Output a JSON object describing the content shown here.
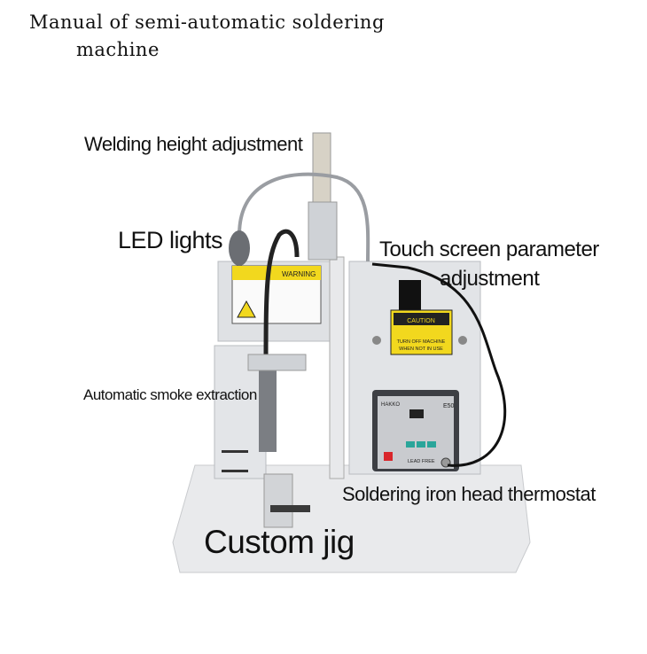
{
  "title": {
    "line1": "Manual of semi-automatic soldering",
    "line2": "machine"
  },
  "labels": {
    "welding_height": "Welding height adjustment",
    "led_lights": "LED lights",
    "touch_screen_line1": "Touch screen parameter",
    "touch_screen_line2": "adjustment",
    "smoke_extraction": "Automatic smoke extraction",
    "thermostat": "Soldering iron head thermostat",
    "custom_jig": "Custom jig"
  },
  "machine_signs": {
    "warning": "WARNING",
    "caution": "CAUTION",
    "caution_line1": "TURN OFF MACHINE",
    "caution_line2": "WHEN NOT IN USE",
    "brand": "HAKKO",
    "lead_free": "LEAD FREE",
    "model": "E50"
  },
  "colors": {
    "sign_yellow": "#f2d81e",
    "panel_dark": "#3d3f44",
    "button_teal": "#2aa59a",
    "power_red": "#d9262b"
  }
}
